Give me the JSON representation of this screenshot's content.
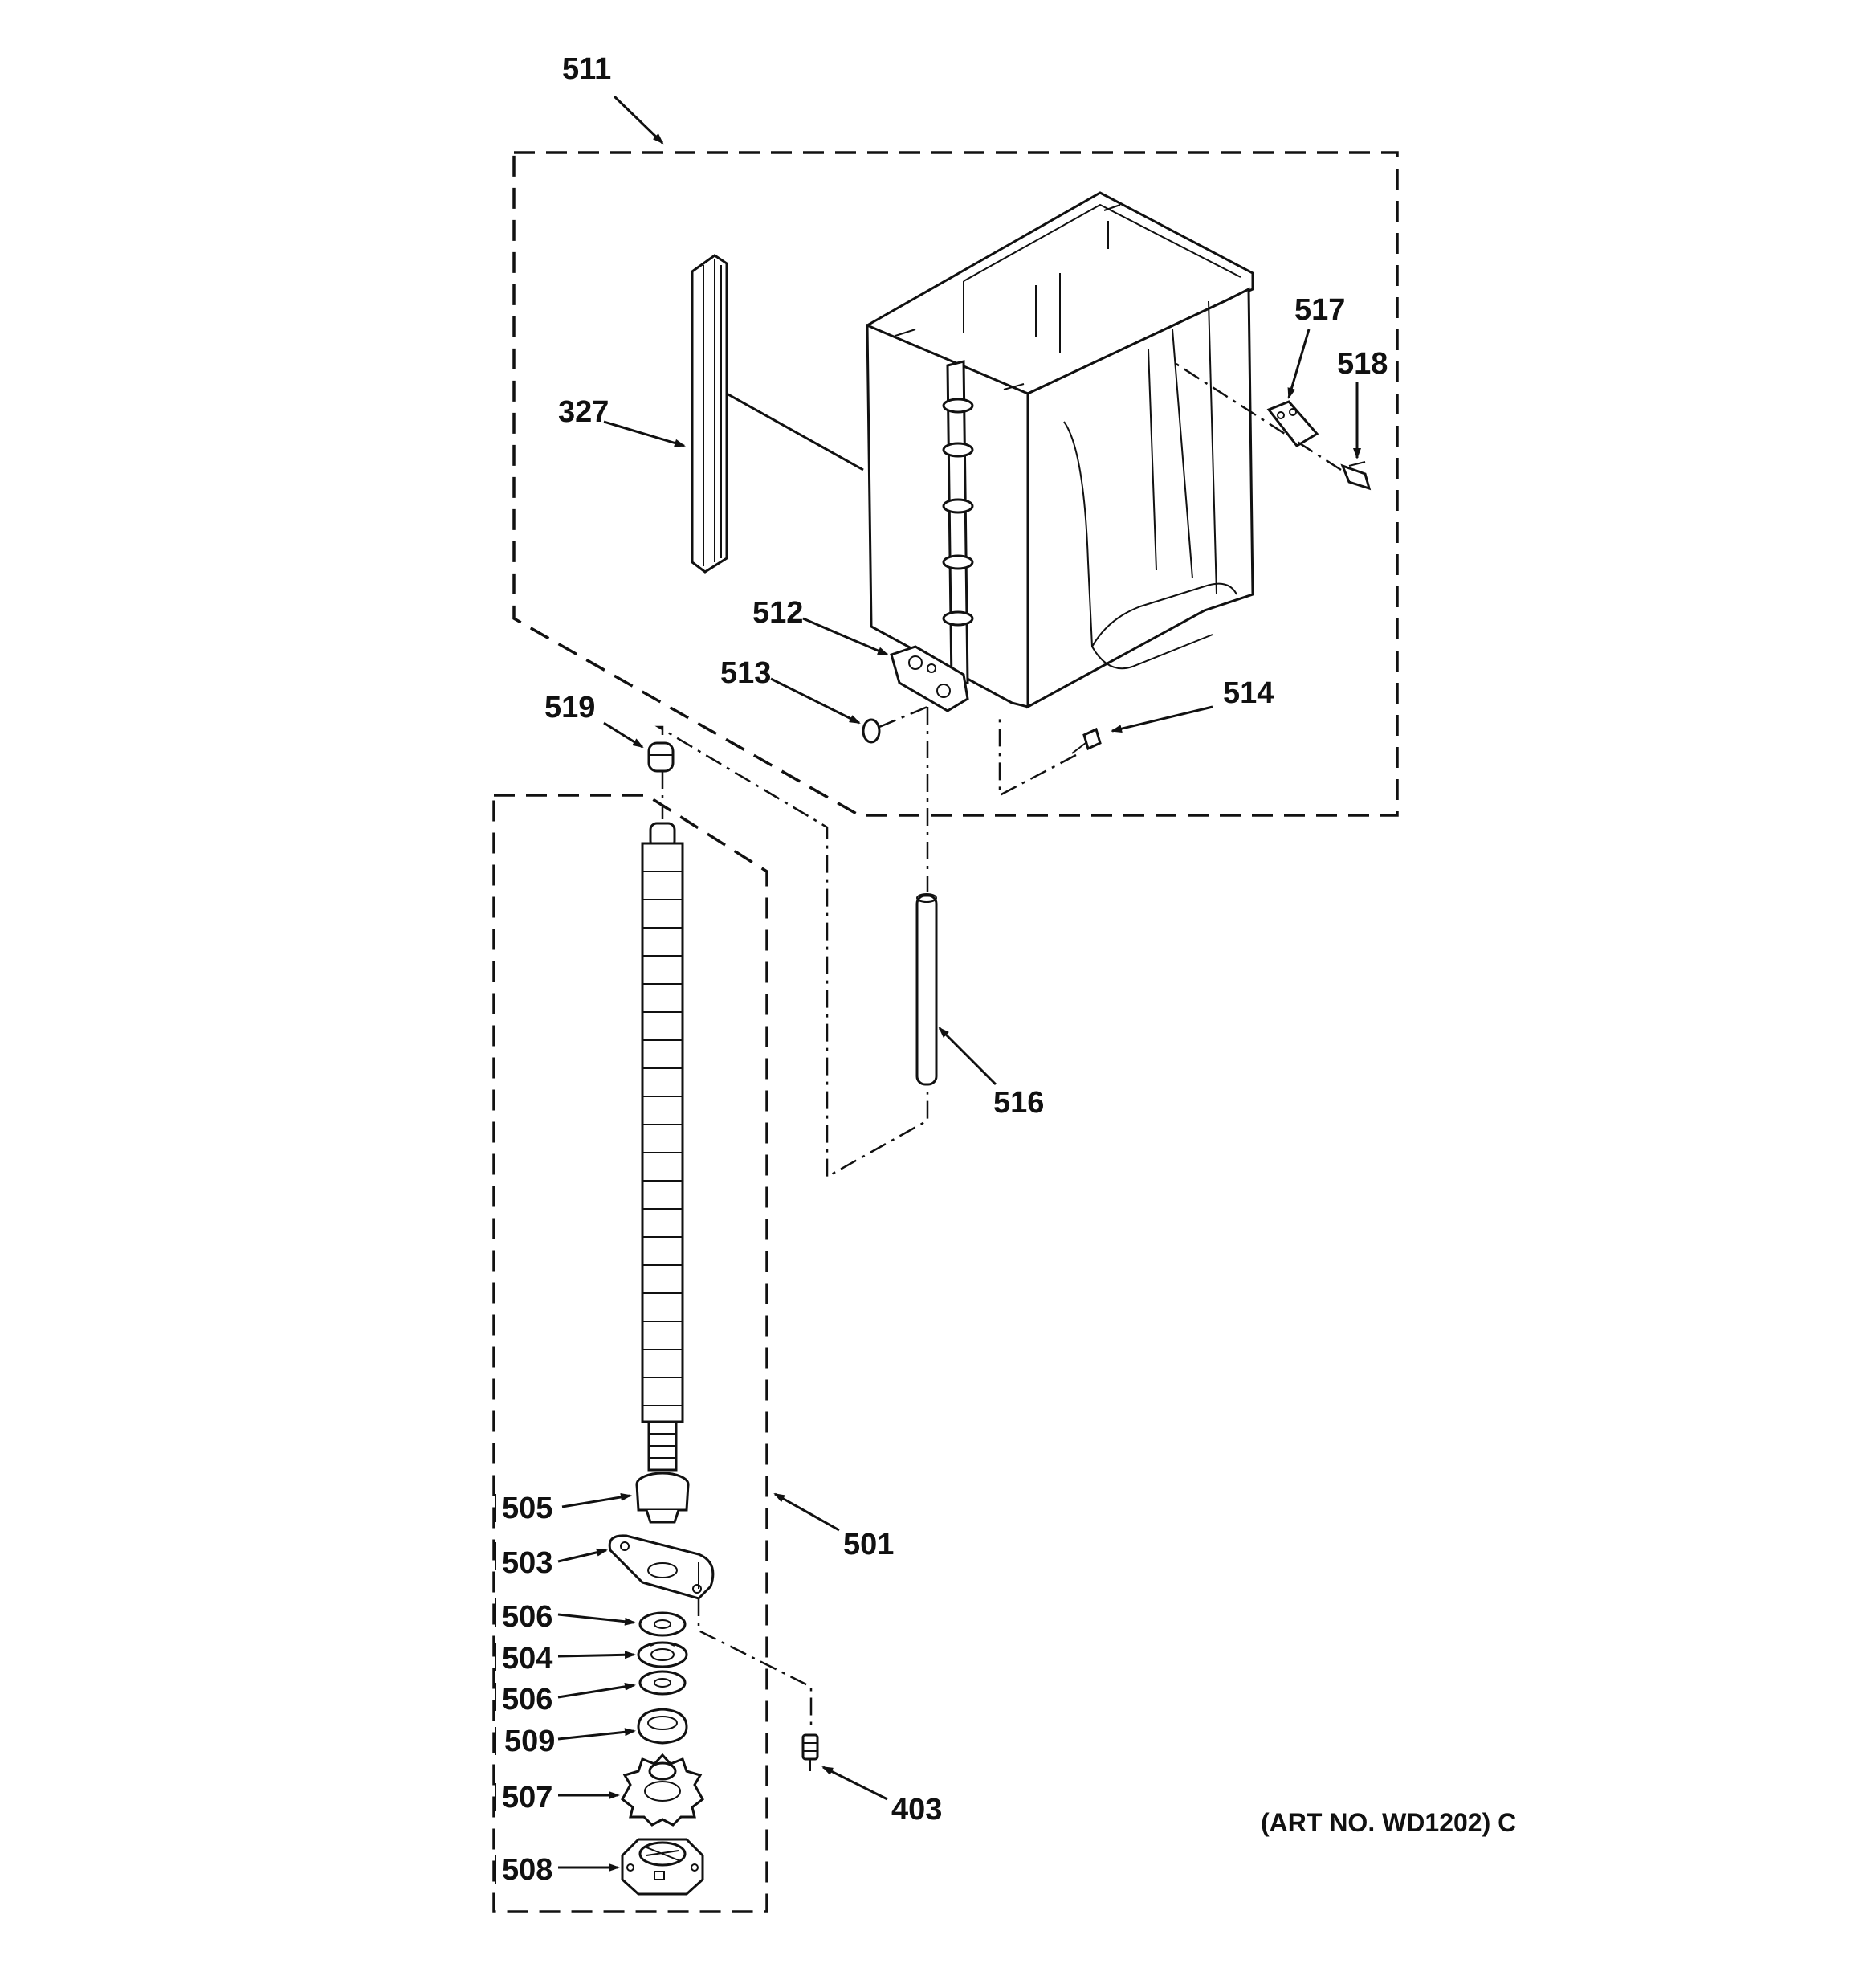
{
  "diagram": {
    "part_labels": {
      "p511": "511",
      "p327": "327",
      "p517": "517",
      "p518": "518",
      "p512": "512",
      "p513": "513",
      "p514": "514",
      "p519": "519",
      "p516": "516",
      "p505": "505",
      "p501": "501",
      "p503": "503",
      "p506a": "506",
      "p504": "504",
      "p506b": "506",
      "p509": "509",
      "p507": "507",
      "p403": "403",
      "p508": "508"
    },
    "art_number": "(ART NO. WD1202) C"
  }
}
